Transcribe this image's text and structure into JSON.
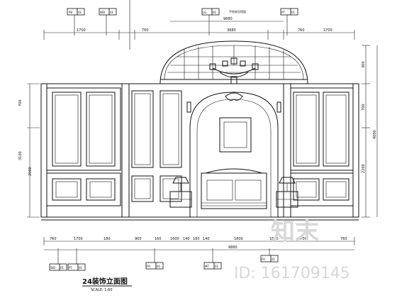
{
  "drawing": {
    "title": "24装饰立面图",
    "scale": "SCALE: 1:60"
  },
  "material_tags": [
    {
      "code": "P8",
      "num": "01"
    },
    {
      "code": "WD",
      "num": "01"
    },
    {
      "code": "LG",
      "num": "01"
    },
    {
      "code": "PT",
      "num": "01"
    },
    {
      "code": "WD",
      "num": "01"
    },
    {
      "code": "PT",
      "num": "01"
    },
    {
      "code": "FR",
      "num": "01"
    },
    {
      "code": "MT",
      "num": "01"
    },
    {
      "code": "FR",
      "num": "01"
    }
  ],
  "top_note": "手绘软包墙面",
  "dimensions": {
    "top": [
      "1700",
      "760",
      "3880",
      "760",
      "1700"
    ],
    "top_total": "9880",
    "bottom": [
      "760",
      "1700",
      "180",
      "900",
      "160",
      "1600",
      "140",
      "180",
      "140",
      "1800",
      "1600",
      "1700",
      "760"
    ],
    "bottom_total": "9880",
    "left": [
      "700",
      "3100",
      "2000"
    ],
    "right": [
      "300",
      "700",
      "2200",
      "4000"
    ]
  },
  "watermark": {
    "logo_text": "知末",
    "id_text": "ID: 161709145"
  }
}
